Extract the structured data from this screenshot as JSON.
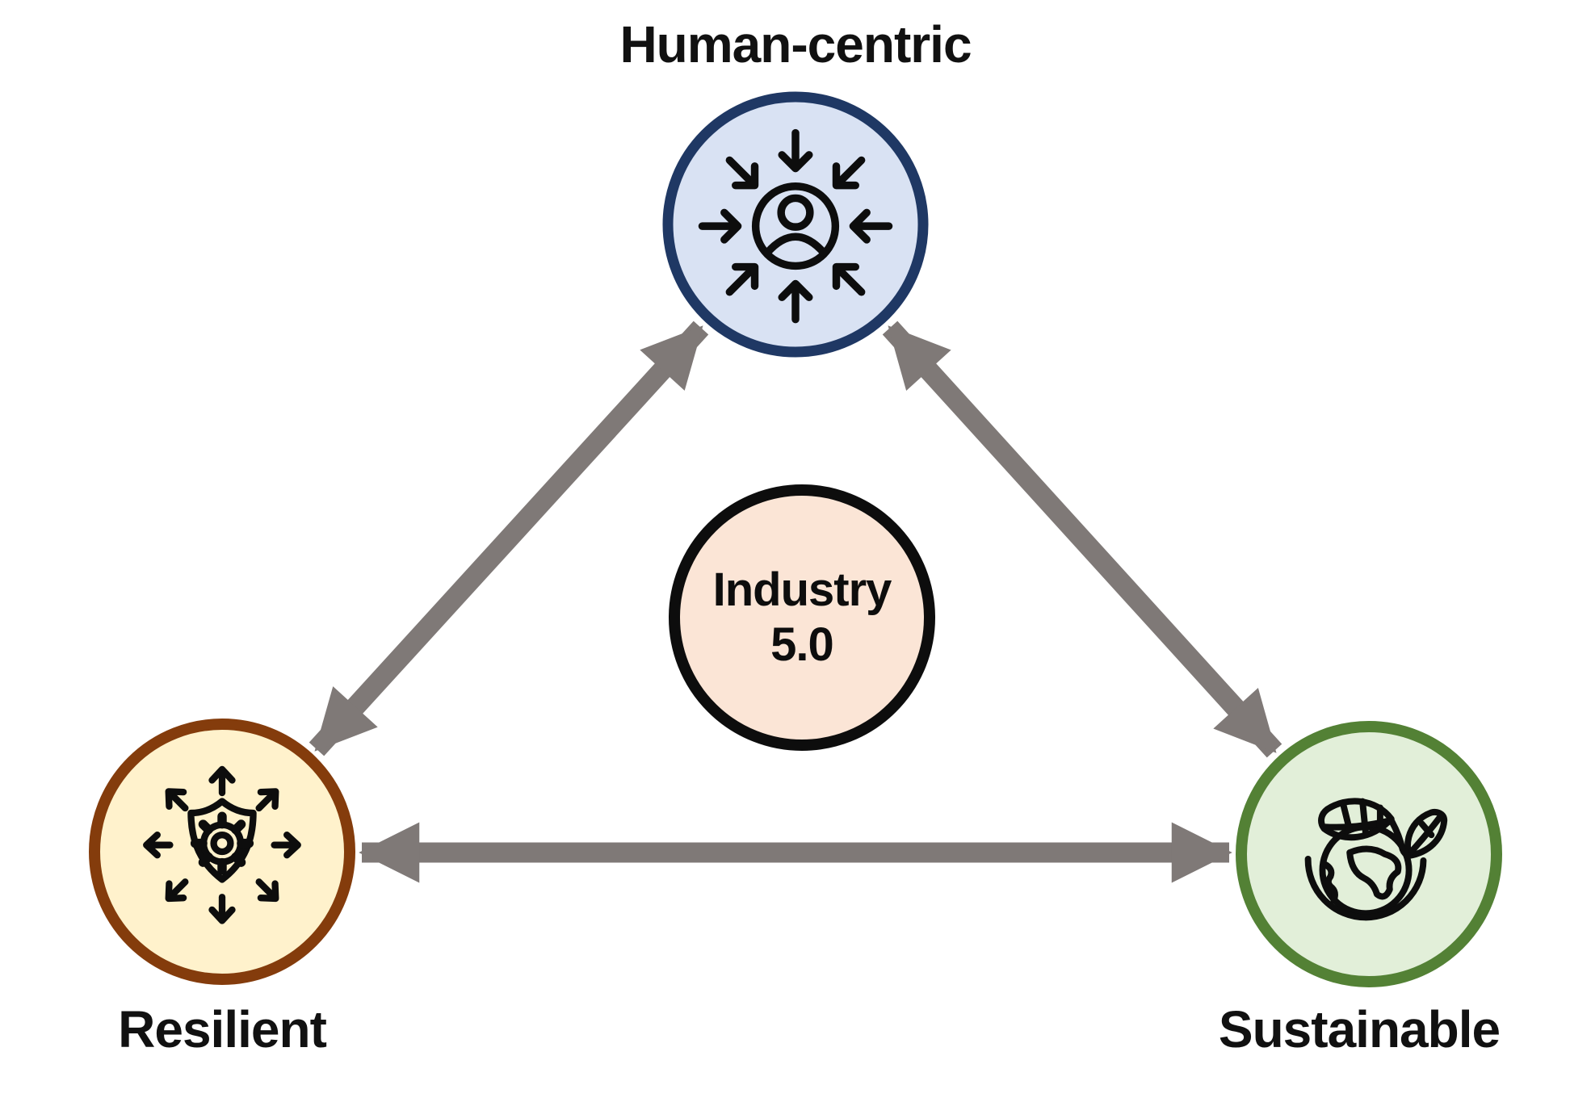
{
  "colors": {
    "background": "#FFFFFF",
    "arrow": "#7F7977",
    "icon_stroke": "#0D0D0D",
    "label_text": "#111111"
  },
  "nodes": {
    "human_centric": {
      "label": "Human-centric",
      "fill": "#D9E2F3",
      "border": "#1F3864",
      "icon": "person-converging-arrows-icon"
    },
    "industry": {
      "label_line1": "Industry",
      "label_line2": "5.0",
      "fill": "#FBE5D6",
      "border": "#0D0D0D"
    },
    "resilient": {
      "label": "Resilient",
      "fill": "#FFF2CC",
      "border": "#843C0C",
      "icon": "shield-gear-radiating-arrows-icon"
    },
    "sustainable": {
      "label": "Sustainable",
      "fill": "#E2EFD9",
      "border": "#538135",
      "icon": "earth-with-leaves-icon"
    }
  },
  "connections": [
    {
      "from": "Resilient",
      "to": "Human-centric",
      "style": "double-headed-arrow"
    },
    {
      "from": "Human-centric",
      "to": "Sustainable",
      "style": "double-headed-arrow"
    },
    {
      "from": "Resilient",
      "to": "Sustainable",
      "style": "double-headed-arrow"
    }
  ]
}
